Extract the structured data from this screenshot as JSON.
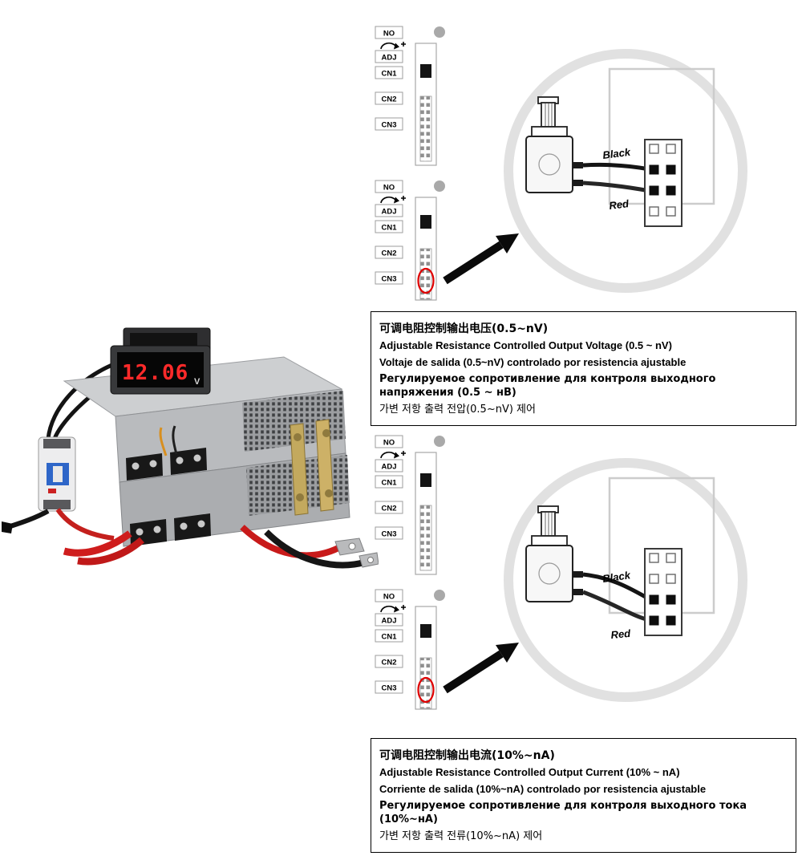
{
  "meta": {
    "background": "#ffffff"
  },
  "photo": {
    "meter_reading": "12.06",
    "meter_unit": "V"
  },
  "icons": {
    "adjust_arrow": "curved-arrow-with-plus",
    "screw": "phillips-screw-head",
    "mounting_hole": "round-gray-hole"
  },
  "colors": {
    "highlight_red": "#e00000",
    "wire_black": "#141414",
    "wire_red": "#cc1d1d",
    "magnifier_ring_gray": "#e1e1e1"
  },
  "diagrams": [
    {
      "id": "voltage-adjust",
      "strip1": [
        "NO",
        "ADJ",
        "CN1",
        "CN2",
        "CN3"
      ],
      "strip2": [
        "NO",
        "ADJ",
        "CN1",
        "CN2",
        "CN3"
      ],
      "wires": {
        "black_label": "Black",
        "red_label": "Red"
      },
      "caption": {
        "zh": "可调电阻控制输出电压(0.5~nV)",
        "en": "Adjustable Resistance Controlled Output Voltage (0.5 ~ nV)",
        "es": "Voltaje de salida (0.5~nV) controlado por resistencia ajustable",
        "ru": "Регулируемое сопротивление для контроля выходного напряжения (0.5 ~ нВ)",
        "ko": "가변 저항 출력 전압(0.5~nV) 제어"
      }
    },
    {
      "id": "current-adjust",
      "strip1": [
        "NO",
        "ADJ",
        "CN1",
        "CN2",
        "CN3"
      ],
      "strip2": [
        "NO",
        "ADJ",
        "CN1",
        "CN2",
        "CN3"
      ],
      "wires": {
        "black_label": "Black",
        "red_label": "Red"
      },
      "caption": {
        "zh": "可调电阻控制输出电流(10%~nA)",
        "en": "Adjustable Resistance Controlled Output Current (10% ~ nA)",
        "es": "Corriente de salida (10%~nA) controlado por resistencia ajustable",
        "ru": "Регулируемое сопротивление для контроля выходного тока (10%~нА)",
        "ko": "가변 저항 출력 전류(10%~nA) 제어"
      }
    }
  ]
}
